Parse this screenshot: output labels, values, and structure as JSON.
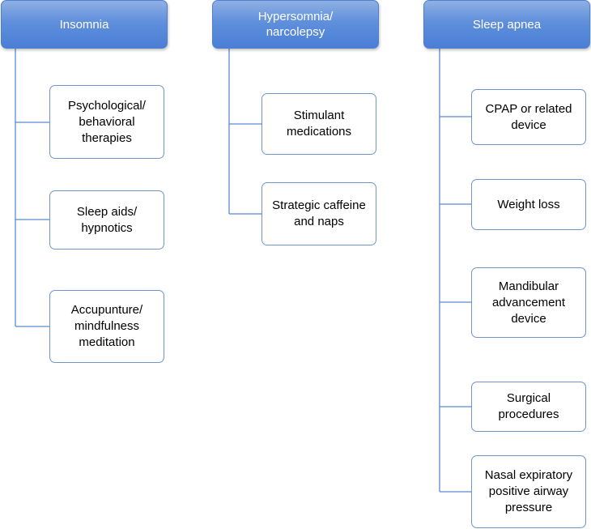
{
  "colors": {
    "header_fill": "#5b8ddb",
    "header_border": "#4f7fcf",
    "item_border": "#6f95cd",
    "connector": "#5b8ad2"
  },
  "categories": [
    {
      "title": "Insomnia",
      "items": [
        "Psychological/\nbehavioral\ntherapies",
        "Sleep aids/\nhypnotics",
        "Accupunture/\nmindfulness\nmeditation"
      ]
    },
    {
      "title": "Hypersomnia/\nnarcolepsy",
      "items": [
        "Stimulant\nmedications",
        "Strategic caffeine\nand naps"
      ]
    },
    {
      "title": "Sleep apnea",
      "items": [
        "CPAP or related\ndevice",
        "Weight loss",
        "Mandibular\nadvancement\ndevice",
        "Surgical\nprocedures",
        "Nasal expiratory\npositive airway\npressure"
      ]
    }
  ]
}
